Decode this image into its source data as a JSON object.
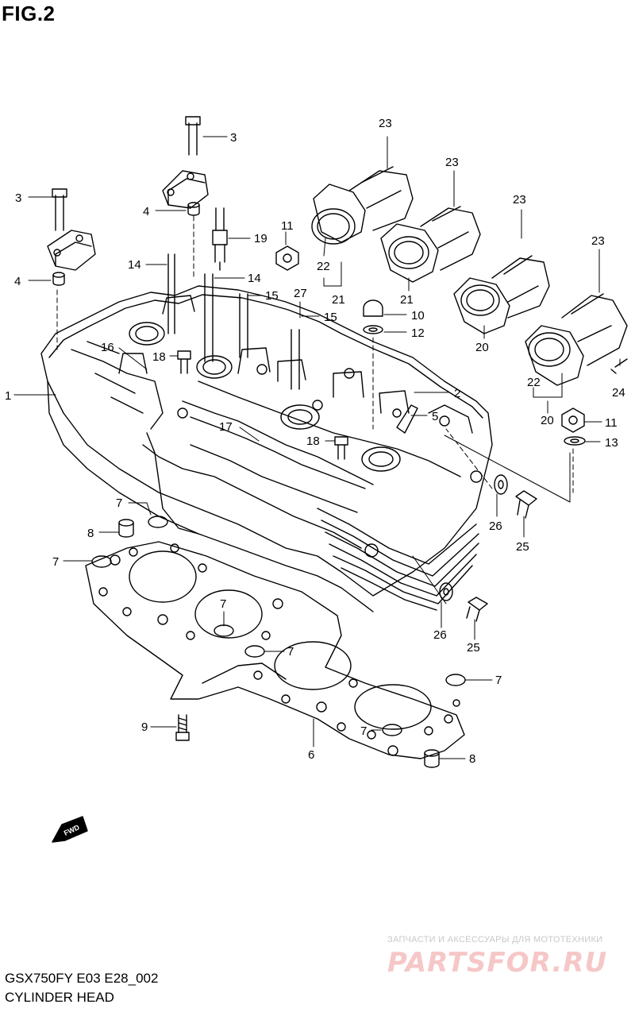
{
  "figure": {
    "title": "FIG.2"
  },
  "footer": {
    "model_code": "GSX750FY E03 E28_002",
    "section_name": "CYLINDER HEAD"
  },
  "fwd_label": "FWD",
  "watermark": {
    "caption": "ЗАПЧАСТИ И АКСЕССУАРЫ ДЛЯ МОТОТЕХНИКИ",
    "logo": "PARTSFOR.RU"
  },
  "callouts": [
    {
      "id": "c3a",
      "label": "3"
    },
    {
      "id": "c3b",
      "label": "3"
    },
    {
      "id": "c4a",
      "label": "4"
    },
    {
      "id": "c4b",
      "label": "4"
    },
    {
      "id": "c19",
      "label": "19"
    },
    {
      "id": "c11a",
      "label": "11"
    },
    {
      "id": "c14a",
      "label": "14"
    },
    {
      "id": "c14b",
      "label": "14"
    },
    {
      "id": "c15a",
      "label": "15"
    },
    {
      "id": "c15b",
      "label": "15"
    },
    {
      "id": "c27",
      "label": "27"
    },
    {
      "id": "c16",
      "label": "16"
    },
    {
      "id": "c18a",
      "label": "18"
    },
    {
      "id": "c18b",
      "label": "18"
    },
    {
      "id": "c1",
      "label": "1"
    },
    {
      "id": "c17",
      "label": "17"
    },
    {
      "id": "c2",
      "label": "2"
    },
    {
      "id": "c5",
      "label": "5"
    },
    {
      "id": "c10",
      "label": "10"
    },
    {
      "id": "c12",
      "label": "12"
    },
    {
      "id": "c11b",
      "label": "11"
    },
    {
      "id": "c13",
      "label": "13"
    },
    {
      "id": "c22a",
      "label": "22"
    },
    {
      "id": "c22b",
      "label": "22"
    },
    {
      "id": "c21a",
      "label": "21"
    },
    {
      "id": "c21b",
      "label": "21"
    },
    {
      "id": "c20a",
      "label": "20"
    },
    {
      "id": "c20b",
      "label": "20"
    },
    {
      "id": "c23a",
      "label": "23"
    },
    {
      "id": "c23b",
      "label": "23"
    },
    {
      "id": "c23c",
      "label": "23"
    },
    {
      "id": "c23d",
      "label": "23"
    },
    {
      "id": "c24",
      "label": "24"
    },
    {
      "id": "c26a",
      "label": "26"
    },
    {
      "id": "c25a",
      "label": "25"
    },
    {
      "id": "c26b",
      "label": "26"
    },
    {
      "id": "c25b",
      "label": "25"
    },
    {
      "id": "c7a",
      "label": "7"
    },
    {
      "id": "c7b",
      "label": "7"
    },
    {
      "id": "c7c",
      "label": "7"
    },
    {
      "id": "c7d",
      "label": "7"
    },
    {
      "id": "c7e",
      "label": "7"
    },
    {
      "id": "c7f",
      "label": "7"
    },
    {
      "id": "c8a",
      "label": "8"
    },
    {
      "id": "c8b",
      "label": "8"
    },
    {
      "id": "c9",
      "label": "9"
    },
    {
      "id": "c6",
      "label": "6"
    }
  ]
}
